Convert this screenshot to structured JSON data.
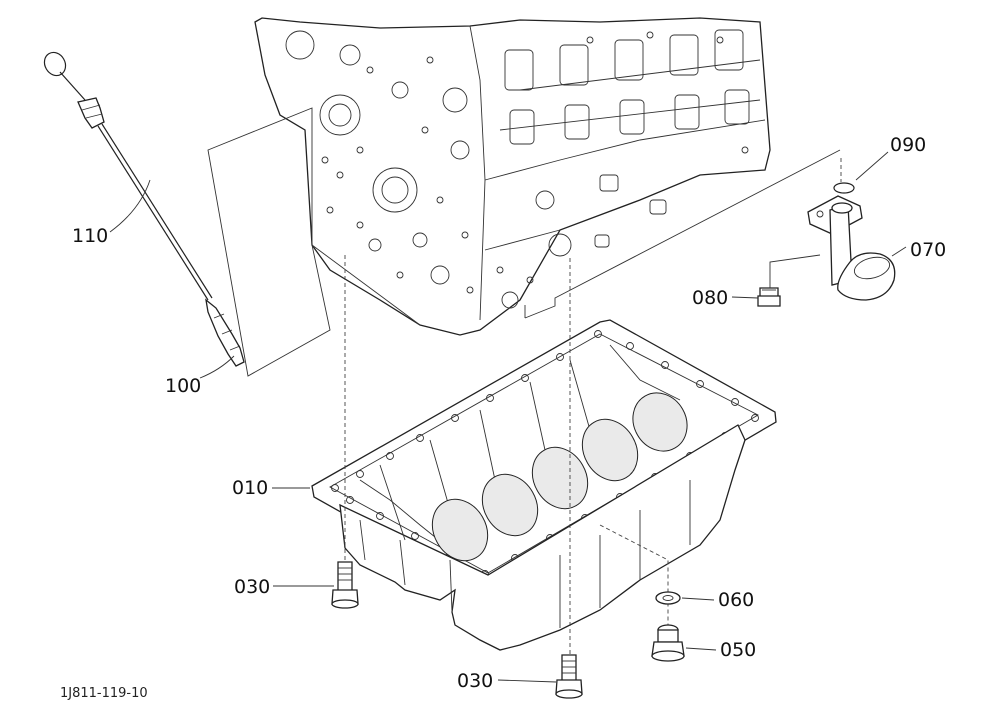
{
  "drawing_id": "1J811-119-10",
  "part_labels": {
    "p010": "010",
    "p030_left": "030",
    "p030_bottom": "030",
    "p050": "050",
    "p060": "060",
    "p070": "070",
    "p080": "080",
    "p090": "090",
    "p100": "100",
    "p110": "110"
  }
}
